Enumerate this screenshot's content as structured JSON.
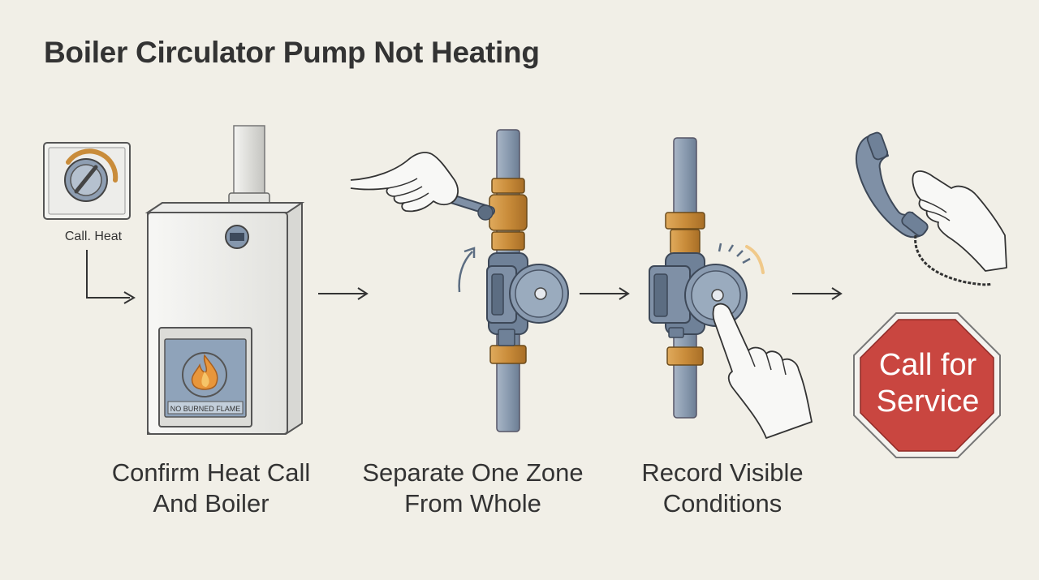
{
  "title": "Boiler Circulator Pump Not Heating",
  "thermostat": {
    "label": "Call. Heat"
  },
  "boiler": {
    "window_label": "NO BURNED FLAME"
  },
  "steps": [
    {
      "line1": "Confirm Heat Call",
      "line2": "And Boiler"
    },
    {
      "line1": "Separate One Zone",
      "line2": "From Whole"
    },
    {
      "line1": "Record Visible",
      "line2": "Conditions"
    }
  ],
  "stop_sign": {
    "line1": "Call for",
    "line2": "Service"
  },
  "colors": {
    "background": "#f1efe7",
    "pipe": "#8f9fb3",
    "brass": "#c9903f",
    "pump": "#7f90a6",
    "stop_red": "#c94640",
    "flame": "#e8963b"
  }
}
